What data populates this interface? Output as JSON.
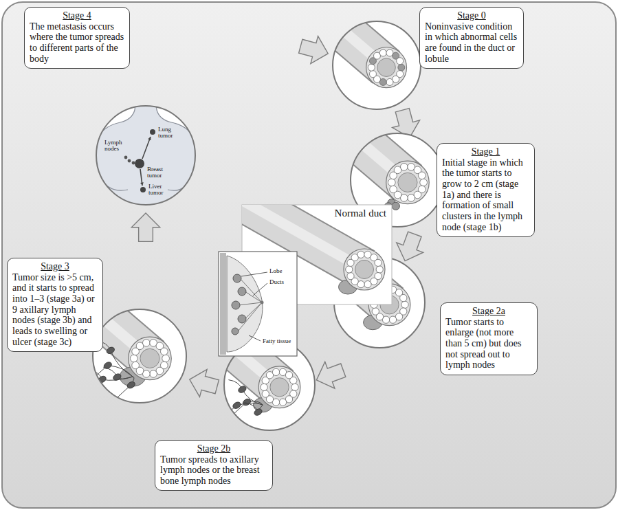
{
  "diagram": {
    "nodes": [
      {
        "text": [
          "Stage 0",
          "Noninvasive condition in which abnormal cells are found in the duct or lobule"
        ]
      },
      {
        "text": [
          "Stage 1",
          "Initial stage in which the tumor starts to grow to 2 cm (stage 1a) and there is formation of small clusters in the lymph node (stage 1b)"
        ]
      },
      {
        "text": [
          "Stage 2a",
          "Tumor starts to enlarge (not more than 5 cm) but does not spread out to lymph nodes"
        ]
      },
      {
        "text": [
          "Stage 2b",
          "Tumor spreads to axillary lymph nodes or the breast bone lymph nodes"
        ]
      },
      {
        "text": [
          "Stage 3",
          "Tumor size is >5 cm, and it starts to spread into 1–3 (stage 3a) or 9 axillary lymph nodes (stage 3b) and leads to swelling or ulcer (stage 3c)"
        ]
      },
      {
        "text": [
          "Stage 4",
          "The metastasis occurs where the tumor spreads to different parts of the body"
        ]
      },
      {
        "text": [
          "Normal duct"
        ]
      }
    ],
    "labels": [
      "Lung tumor",
      "Lymph nodes",
      "Breast tumor",
      "Liver tumor",
      "Lobe",
      "Ducts",
      "Fatty tissue"
    ]
  }
}
